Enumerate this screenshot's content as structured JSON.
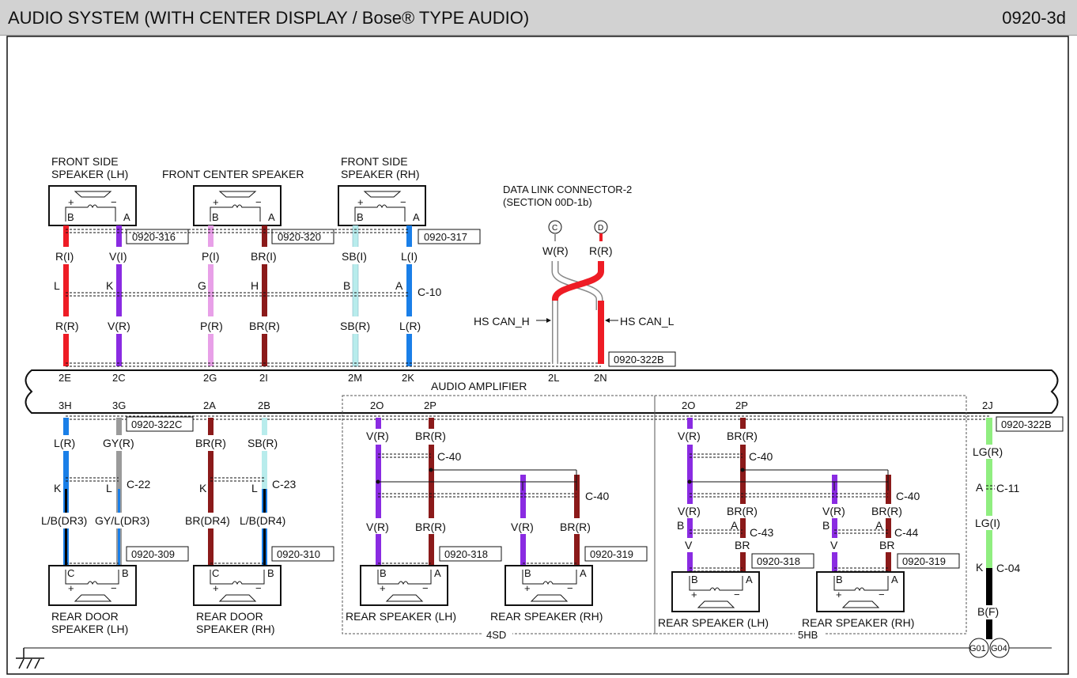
{
  "header": {
    "title": "AUDIO SYSTEM (WITH CENTER DISPLAY / Bose® TYPE AUDIO)",
    "page_id": "0920-3d"
  },
  "colors": {
    "red": "#ee1c25",
    "violet": "#8a2be2",
    "pink": "#e8a0e8",
    "brown": "#8b1a1a",
    "skyblue": "#b8ecec",
    "blue": "#1a7fe8",
    "white": "#ffffff",
    "gray": "#9a9a9a",
    "black": "#000000",
    "lightgreen": "#90ee80"
  },
  "labels": {
    "fs_lh_1": "FRONT SIDE",
    "fs_lh_2": "SPEAKER (LH)",
    "fc": "FRONT CENTER SPEAKER",
    "fs_rh_1": "FRONT SIDE",
    "fs_rh_2": "SPEAKER (RH)",
    "dlc_1": "DATA LINK CONNECTOR-2",
    "dlc_2": "(SECTION 00D-1b)",
    "hs_can_h": "HS CAN_H",
    "hs_can_l": "HS CAN_L",
    "amp": "AUDIO AMPLIFIER",
    "rd_lh_1": "REAR DOOR",
    "rd_lh_2": "SPEAKER (LH)",
    "rd_rh_1": "REAR DOOR",
    "rd_rh_2": "SPEAKER (RH)",
    "rs_lh_4sd": "REAR SPEAKER (LH)",
    "rs_rh_4sd": "REAR SPEAKER (RH)",
    "rs_lh_5hb": "REAR SPEAKER (LH)",
    "rs_rh_5hb": "REAR SPEAKER (RH)",
    "v4sd": "4SD",
    "v5hb": "5HB"
  },
  "refs": {
    "r316": "0920-316",
    "r320": "0920-320",
    "r317": "0920-317",
    "r322b_top": "0920-322B",
    "r322c": "0920-322C",
    "r322b_bot": "0920-322B",
    "r309": "0920-309",
    "r310": "0920-310",
    "r318a": "0920-318",
    "r319a": "0920-319",
    "r318b": "0920-318",
    "r319b": "0920-319"
  },
  "connectors": {
    "c10": "C-10",
    "c22": "C-22",
    "c23": "C-23",
    "c40a": "C-40",
    "c40b": "C-40",
    "c40c": "C-40",
    "c40d": "C-40",
    "c43": "C-43",
    "c44": "C-44",
    "c11": "C-11",
    "c04": "C-04"
  },
  "wires": {
    "w1": "R(I)",
    "w2": "V(I)",
    "w3": "P(I)",
    "w4": "BR(I)",
    "w5": "SB(I)",
    "w6": "L(I)",
    "w7": "R(R)",
    "w8": "V(R)",
    "w9": "P(R)",
    "w10": "BR(R)",
    "w11": "SB(R)",
    "w12": "L(R)",
    "dlc_w": "W(R)",
    "dlc_r": "R(R)",
    "b1": "L(R)",
    "b2": "GY(R)",
    "b3": "BR(R)",
    "b4": "SB(R)",
    "b5": "L/B(DR3)",
    "b6": "GY/L(DR3)",
    "b7": "BR(DR4)",
    "b8": "L/B(DR4)",
    "s1": "V(R)",
    "s2": "BR(R)",
    "s3": "V(R)",
    "s4": "BR(R)",
    "s5": "V(R)",
    "s6": "BR(R)",
    "h1": "V(R)",
    "h2": "BR(R)",
    "h3": "V(R)",
    "h4": "BR(R)",
    "h5": "V(R)",
    "h6": "BR(R)",
    "h7": "V",
    "h8": "BR",
    "h9": "V",
    "h10": "BR",
    "g1": "LG(R)",
    "g2": "LG(I)",
    "g3": "B(F)"
  },
  "pins": {
    "p2E": "2E",
    "p2C": "2C",
    "p2G": "2G",
    "p2I": "2I",
    "p2M": "2M",
    "p2K": "2K",
    "p2L": "2L",
    "p2N": "2N",
    "p3H": "3H",
    "p3G": "3G",
    "p2A": "2A",
    "p2B": "2B",
    "p2O_a": "2O",
    "p2P_a": "2P",
    "p2O_b": "2O",
    "p2P_b": "2P",
    "p2J": "2J",
    "L": "L",
    "K": "K",
    "G": "G",
    "H": "H",
    "B": "B",
    "A": "A",
    "K1": "K",
    "L1": "L",
    "K2": "K",
    "L2": "L",
    "B43": "B",
    "A43": "A",
    "B44": "B",
    "A44": "A",
    "A11": "A",
    "K04": "K",
    "sB": "B",
    "sA": "A",
    "sC": "C",
    "dC": "C",
    "dD": "D",
    "plus": "+",
    "minus": "−",
    "g01": "G01",
    "g04": "G04"
  }
}
